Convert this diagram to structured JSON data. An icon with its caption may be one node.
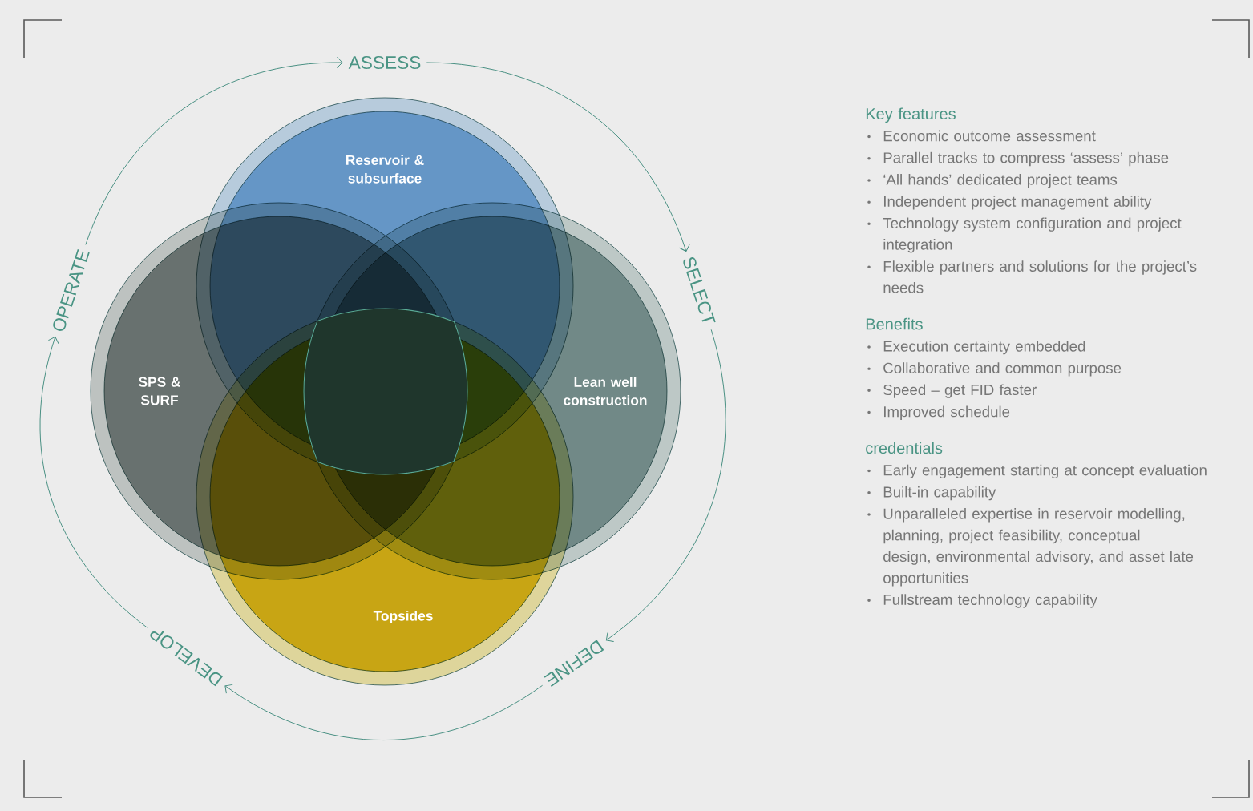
{
  "diagram": {
    "nodes": [
      {
        "text": [
          "Reservoir & subsurface"
        ]
      },
      {
        "text": [
          "SPS & SURF"
        ]
      },
      {
        "text": [],
        "shape": "box"
      },
      {
        "text": [
          "Lean well construction"
        ]
      },
      {
        "text": [
          "Topsides"
        ]
      },
      {
        "text": [
          "ASSESS"
        ]
      },
      {
        "text": [
          "SELECT"
        ]
      },
      {
        "text": [
          "DEFINE"
        ]
      },
      {
        "text": [
          "DEVELOP"
        ]
      },
      {
        "text": [
          "OPERATE"
        ]
      }
    ],
    "edges": [
      {
        "from": 9,
        "to": 5,
        "arrow": "to"
      },
      {
        "from": 5,
        "to": 6,
        "arrow": "to"
      },
      {
        "from": 6,
        "to": 7,
        "arrow": "to"
      },
      {
        "from": 7,
        "to": 8,
        "arrow": "to"
      },
      {
        "from": 8,
        "to": 9,
        "arrow": "to"
      }
    ],
    "labels": [
      "Key features",
      "Economic outcome assessment",
      "Parallel tracks to compress ‘assess’ phase",
      "‘All hands’ dedicated project teams",
      "Independent project management ability",
      "Technology system configuration and project integration",
      "Flexible partners and solutions for the project’s needs",
      "Benefits",
      "Execution certainty embedded",
      "Collaborative and common purpose",
      "Speed – get FID faster",
      "Improved schedule",
      "credentials",
      "Early engagement starting at concept evaluation",
      "Built-in capability",
      "Unparalleled expertise in reservoir modelling, planning, project feasibility, conceptual design, environmental advisory, and asset late opportunities",
      "Fullstream technology capability"
    ]
  }
}
